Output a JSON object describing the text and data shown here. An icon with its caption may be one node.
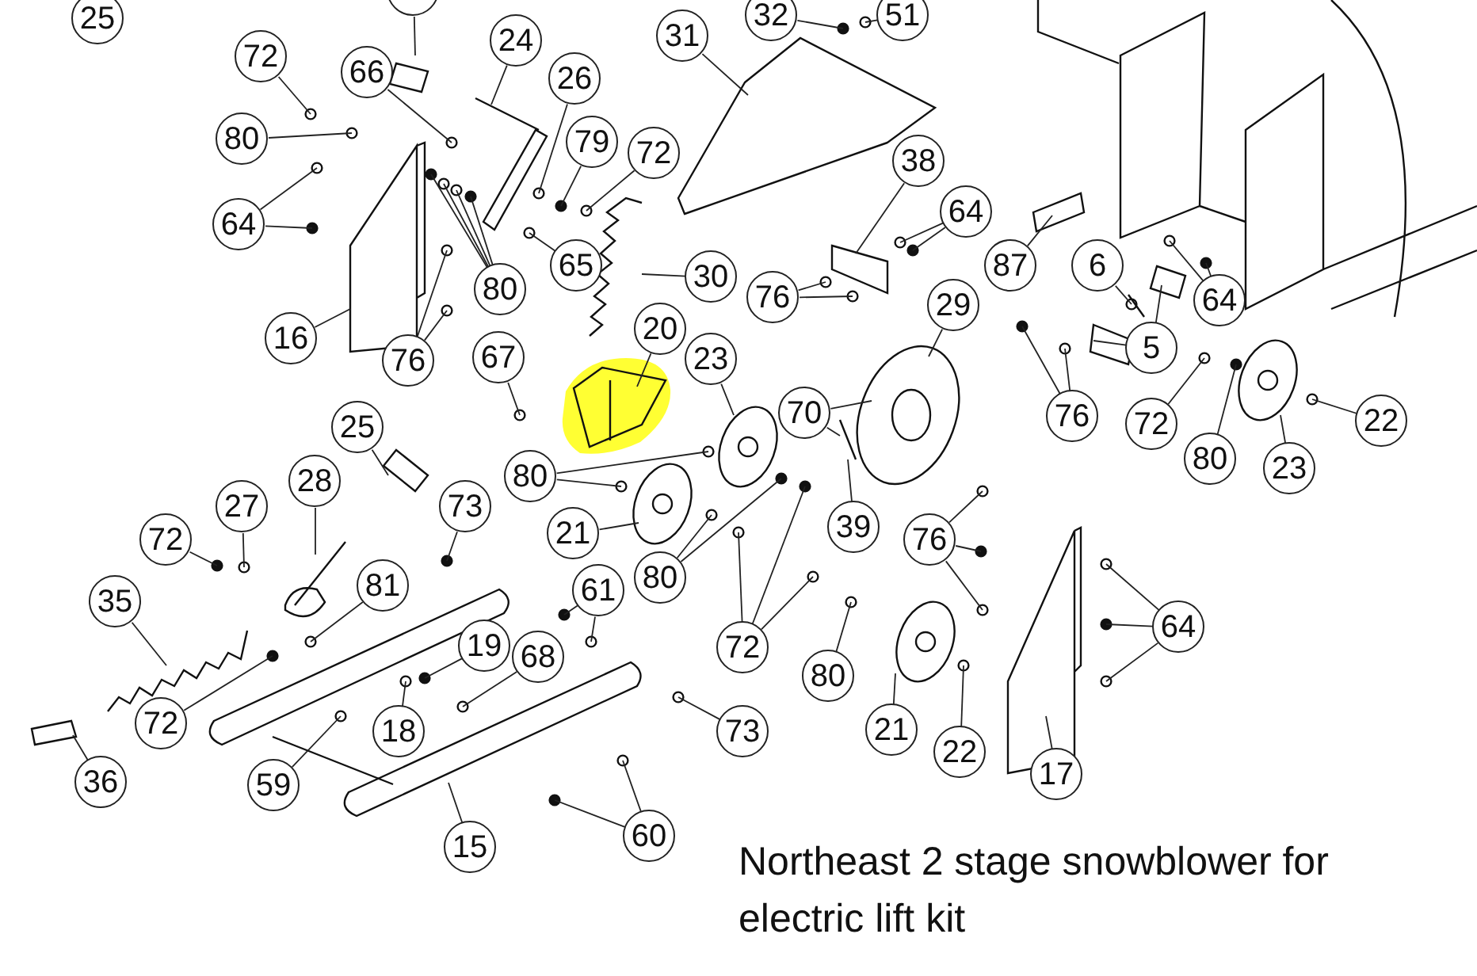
{
  "diagram": {
    "caption": "Northeast 2 stage snowblower for electric lift kit",
    "nodes": [
      {
        "text": [
          "25"
        ]
      },
      {
        "text": [],
        "shape": "circle"
      },
      {
        "text": [
          "72"
        ]
      },
      {
        "text": [
          "66"
        ]
      },
      {
        "text": [
          "24"
        ]
      },
      {
        "text": [
          "26"
        ]
      },
      {
        "text": [
          "31"
        ]
      },
      {
        "text": [
          "32"
        ]
      },
      {
        "text": [
          "51"
        ]
      },
      {
        "text": [
          "80"
        ]
      },
      {
        "text": [
          "79"
        ]
      },
      {
        "text": [
          "72"
        ]
      },
      {
        "text": [
          "64"
        ]
      },
      {
        "text": [
          "38"
        ]
      },
      {
        "text": [
          "64"
        ]
      },
      {
        "text": [
          "87"
        ]
      },
      {
        "text": [
          "6"
        ]
      },
      {
        "text": [
          "5"
        ]
      },
      {
        "text": [
          "64"
        ]
      },
      {
        "text": [
          "65"
        ]
      },
      {
        "text": [
          "30"
        ]
      },
      {
        "text": [
          "80"
        ]
      },
      {
        "text": [
          "76"
        ]
      },
      {
        "text": [
          "16"
        ]
      },
      {
        "text": [
          "76"
        ]
      },
      {
        "text": [
          "20"
        ]
      },
      {
        "text": [
          "67"
        ]
      },
      {
        "text": [
          "23"
        ]
      },
      {
        "text": [
          "29"
        ]
      },
      {
        "text": [
          "70"
        ]
      },
      {
        "text": [
          "76"
        ]
      },
      {
        "text": [
          "72"
        ]
      },
      {
        "text": [
          "80"
        ]
      },
      {
        "text": [
          "23"
        ]
      },
      {
        "text": [
          "22"
        ]
      },
      {
        "text": [
          "25"
        ]
      },
      {
        "text": [
          "80"
        ]
      },
      {
        "text": [
          "73"
        ]
      },
      {
        "text": [
          "27"
        ]
      },
      {
        "text": [
          "28"
        ]
      },
      {
        "text": [
          "72"
        ]
      },
      {
        "text": [
          "21"
        ]
      },
      {
        "text": [
          "80"
        ]
      },
      {
        "text": [
          "39"
        ]
      },
      {
        "text": [
          "76"
        ]
      },
      {
        "text": [
          "81"
        ]
      },
      {
        "text": [
          "61"
        ]
      },
      {
        "text": [
          "35"
        ]
      },
      {
        "text": [
          "19"
        ]
      },
      {
        "text": [
          "68"
        ]
      },
      {
        "text": [
          "72"
        ]
      },
      {
        "text": [
          "64"
        ]
      },
      {
        "text": [
          "18"
        ]
      },
      {
        "text": [
          "72"
        ]
      },
      {
        "text": [
          "73"
        ]
      },
      {
        "text": [
          "80"
        ]
      },
      {
        "text": [
          "21"
        ]
      },
      {
        "text": [
          "22"
        ]
      },
      {
        "text": [
          "17"
        ]
      },
      {
        "text": [
          "36"
        ]
      },
      {
        "text": [
          "59"
        ]
      },
      {
        "text": [
          "15"
        ]
      },
      {
        "text": [
          "60"
        ]
      }
    ],
    "edges": [
      {
        "from": 1,
        "to": null,
        "arrow": "none"
      },
      {
        "from": 2,
        "to": null,
        "arrow": "none"
      },
      {
        "from": 3,
        "to": null,
        "arrow": "none"
      },
      {
        "from": 4,
        "to": null,
        "arrow": "none"
      },
      {
        "from": 5,
        "to": null,
        "arrow": "none"
      },
      {
        "from": 6,
        "to": null,
        "arrow": "none"
      },
      {
        "from": 7,
        "to": null,
        "arrow": "none"
      },
      {
        "from": 8,
        "to": null,
        "arrow": "none"
      },
      {
        "from": 9,
        "to": null,
        "arrow": "none"
      },
      {
        "from": 10,
        "to": null,
        "arrow": "none"
      },
      {
        "from": 11,
        "to": null,
        "arrow": "none"
      },
      {
        "from": 12,
        "to": null,
        "arrow": "none"
      },
      {
        "from": 12,
        "to": null,
        "arrow": "none"
      },
      {
        "from": 13,
        "to": null,
        "arrow": "none"
      },
      {
        "from": 14,
        "to": null,
        "arrow": "none"
      },
      {
        "from": 14,
        "to": null,
        "arrow": "none"
      },
      {
        "from": 15,
        "to": null,
        "arrow": "none"
      },
      {
        "from": 16,
        "to": null,
        "arrow": "none"
      },
      {
        "from": 17,
        "to": null,
        "arrow": "none"
      },
      {
        "from": 17,
        "to": null,
        "arrow": "none"
      },
      {
        "from": 18,
        "to": null,
        "arrow": "none"
      },
      {
        "from": 18,
        "to": null,
        "arrow": "none"
      },
      {
        "from": 19,
        "to": null,
        "arrow": "none"
      },
      {
        "from": 20,
        "to": null,
        "arrow": "none"
      },
      {
        "from": 21,
        "to": null,
        "arrow": "none"
      },
      {
        "from": 21,
        "to": null,
        "arrow": "none"
      },
      {
        "from": 21,
        "to": null,
        "arrow": "none"
      },
      {
        "from": 21,
        "to": null,
        "arrow": "none"
      },
      {
        "from": 22,
        "to": null,
        "arrow": "none"
      },
      {
        "from": 22,
        "to": null,
        "arrow": "none"
      },
      {
        "from": 23,
        "to": null,
        "arrow": "none"
      },
      {
        "from": 24,
        "to": null,
        "arrow": "none"
      },
      {
        "from": 24,
        "to": null,
        "arrow": "none"
      },
      {
        "from": 25,
        "to": null,
        "arrow": "none"
      },
      {
        "from": 26,
        "to": null,
        "arrow": "none"
      },
      {
        "from": 27,
        "to": null,
        "arrow": "none"
      },
      {
        "from": 28,
        "to": null,
        "arrow": "none"
      },
      {
        "from": 29,
        "to": null,
        "arrow": "none"
      },
      {
        "from": 29,
        "to": null,
        "arrow": "none"
      },
      {
        "from": 30,
        "to": null,
        "arrow": "none"
      },
      {
        "from": 30,
        "to": null,
        "arrow": "none"
      },
      {
        "from": 31,
        "to": null,
        "arrow": "none"
      },
      {
        "from": 32,
        "to": null,
        "arrow": "none"
      },
      {
        "from": 33,
        "to": null,
        "arrow": "none"
      },
      {
        "from": 34,
        "to": null,
        "arrow": "none"
      },
      {
        "from": 35,
        "to": null,
        "arrow": "none"
      },
      {
        "from": 36,
        "to": null,
        "arrow": "none"
      },
      {
        "from": 36,
        "to": null,
        "arrow": "none"
      },
      {
        "from": 37,
        "to": null,
        "arrow": "none"
      },
      {
        "from": 38,
        "to": null,
        "arrow": "none"
      },
      {
        "from": 39,
        "to": null,
        "arrow": "none"
      },
      {
        "from": 40,
        "to": null,
        "arrow": "none"
      },
      {
        "from": 41,
        "to": null,
        "arrow": "none"
      },
      {
        "from": 42,
        "to": null,
        "arrow": "none"
      },
      {
        "from": 42,
        "to": null,
        "arrow": "none"
      },
      {
        "from": 43,
        "to": null,
        "arrow": "none"
      },
      {
        "from": 44,
        "to": null,
        "arrow": "none"
      },
      {
        "from": 44,
        "to": null,
        "arrow": "none"
      },
      {
        "from": 44,
        "to": null,
        "arrow": "none"
      },
      {
        "from": 45,
        "to": null,
        "arrow": "none"
      },
      {
        "from": 46,
        "to": null,
        "arrow": "none"
      },
      {
        "from": 46,
        "to": null,
        "arrow": "none"
      },
      {
        "from": 47,
        "to": null,
        "arrow": "none"
      },
      {
        "from": 48,
        "to": null,
        "arrow": "none"
      },
      {
        "from": 49,
        "to": null,
        "arrow": "none"
      },
      {
        "from": 50,
        "to": null,
        "arrow": "none"
      },
      {
        "from": 50,
        "to": null,
        "arrow": "none"
      },
      {
        "from": 50,
        "to": null,
        "arrow": "none"
      },
      {
        "from": 51,
        "to": null,
        "arrow": "none"
      },
      {
        "from": 51,
        "to": null,
        "arrow": "none"
      },
      {
        "from": 51,
        "to": null,
        "arrow": "none"
      },
      {
        "from": 52,
        "to": null,
        "arrow": "none"
      },
      {
        "from": 53,
        "to": null,
        "arrow": "none"
      },
      {
        "from": 54,
        "to": null,
        "arrow": "none"
      },
      {
        "from": 55,
        "to": null,
        "arrow": "none"
      },
      {
        "from": 56,
        "to": null,
        "arrow": "none"
      },
      {
        "from": 57,
        "to": null,
        "arrow": "none"
      },
      {
        "from": 58,
        "to": null,
        "arrow": "none"
      },
      {
        "from": 59,
        "to": null,
        "arrow": "none"
      },
      {
        "from": 60,
        "to": null,
        "arrow": "none"
      },
      {
        "from": 61,
        "to": null,
        "arrow": "none"
      },
      {
        "from": 62,
        "to": null,
        "arrow": "none"
      },
      {
        "from": 62,
        "to": null,
        "arrow": "none"
      }
    ]
  }
}
